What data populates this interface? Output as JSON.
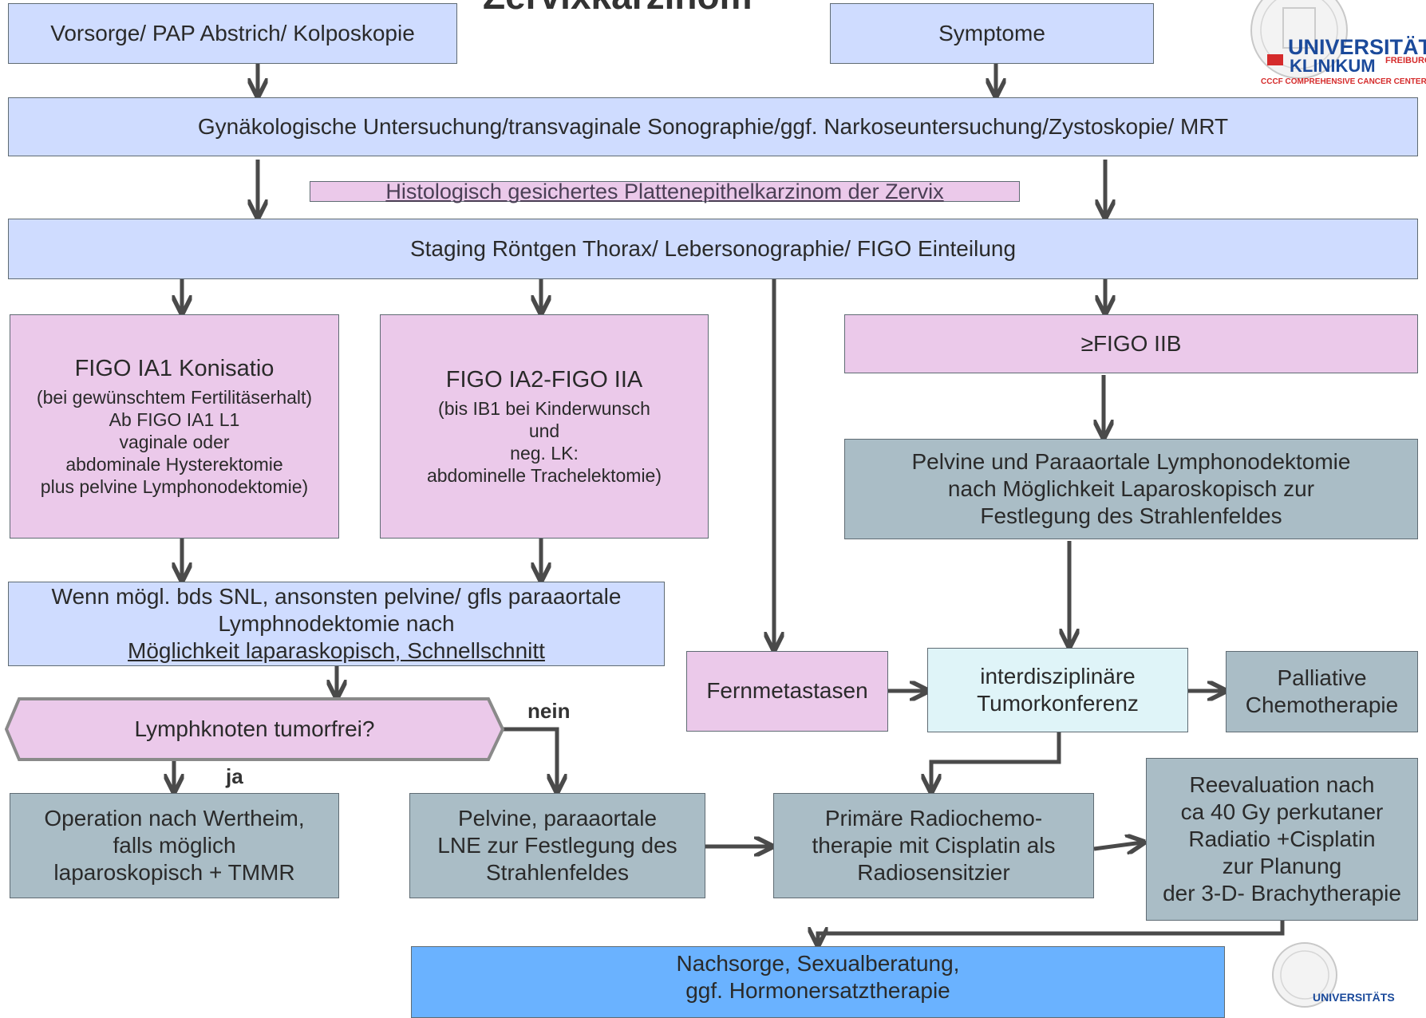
{
  "title": "Zervixkarzinom",
  "logo": {
    "line1": "UNIVERSITÄTS",
    "line2": "KLINIKUM",
    "city": "FREIBURG",
    "tagline": "CCCF COMPREHENSIVE CANCER CENTER F",
    "bottom_text": "UNIVERSITÄTS",
    "brand_color": "#1b4a9b",
    "accent_color": "#d52b2b"
  },
  "boxes": {
    "vorsorge": "Vorsorge/ PAP Abstrich/ Kolposkopie",
    "symptome": "Symptome",
    "untersuchung": "Gynäkologische Untersuchung/transvaginale Sonographie/ggf. Narkoseuntersuchung/Zystoskopie/ MRT",
    "histologie": "Histologisch gesichertes Plattenepithelkarzinom der Zervix",
    "staging": "Staging Röntgen Thorax/ Lebersonographie/ FIGO Einteilung",
    "figo_ia1": {
      "heading": "FIGO IA1 Konisatio",
      "lines": [
        "(bei gewünschtem Fertilitäserhalt)",
        "Ab FIGO IA1 L1",
        "vaginale oder",
        "abdominale Hysterektomie",
        "plus  pelvine Lymphonodektomie)"
      ]
    },
    "figo_ia2": {
      "heading": "FIGO IA2-FIGO IIA",
      "lines": [
        "(bis IB1 bei Kinderwunsch",
        "und",
        "neg. LK:",
        "abdominelle Trachelektomie)"
      ]
    },
    "figo_iib": "≥FIGO IIB",
    "pelvine_paraaortale": [
      "Pelvine und Paraaortale Lymphonodektomie",
      "nach Möglichkeit Laparoskopisch zur",
      "Festlegung des Strahlenfeldes"
    ],
    "snl": [
      "Wenn mögl. bds SNL, ansonsten pelvine/ gfls paraaortale",
      "Lymphnodektomie nach",
      "Möglichkeit laparaskopisch, Schnellschnitt"
    ],
    "lymphknoten": "Lymphknoten tumorfrei?",
    "fernmetastasen": "Fernmetastasen",
    "tumorkonferenz": [
      "interdisziplinäre",
      "Tumorkonferenz"
    ],
    "palliative": [
      "Palliative",
      "Chemotherapie"
    ],
    "wertheim": [
      "Operation nach Wertheim,",
      "falls möglich",
      "laparoskopisch + TMMR"
    ],
    "lne": [
      "Pelvine, paraaortale",
      "LNE zur Festlegung des",
      "Strahlenfeldes"
    ],
    "radiochemo": [
      "Primäre Radiochemo-",
      "therapie mit Cisplatin als",
      "Radiosensitzier"
    ],
    "reevaluation": [
      "Reevaluation nach",
      "ca 40 Gy perkutaner",
      "Radiatio +Cisplatin",
      "zur Planung",
      "der 3-D- Brachytherapie"
    ],
    "nachsorge": [
      "Nachsorge, Sexualberatung,",
      "ggf. Hormonersatztherapie"
    ]
  },
  "labels": {
    "nein": "nein",
    "ja": "ja"
  }
}
